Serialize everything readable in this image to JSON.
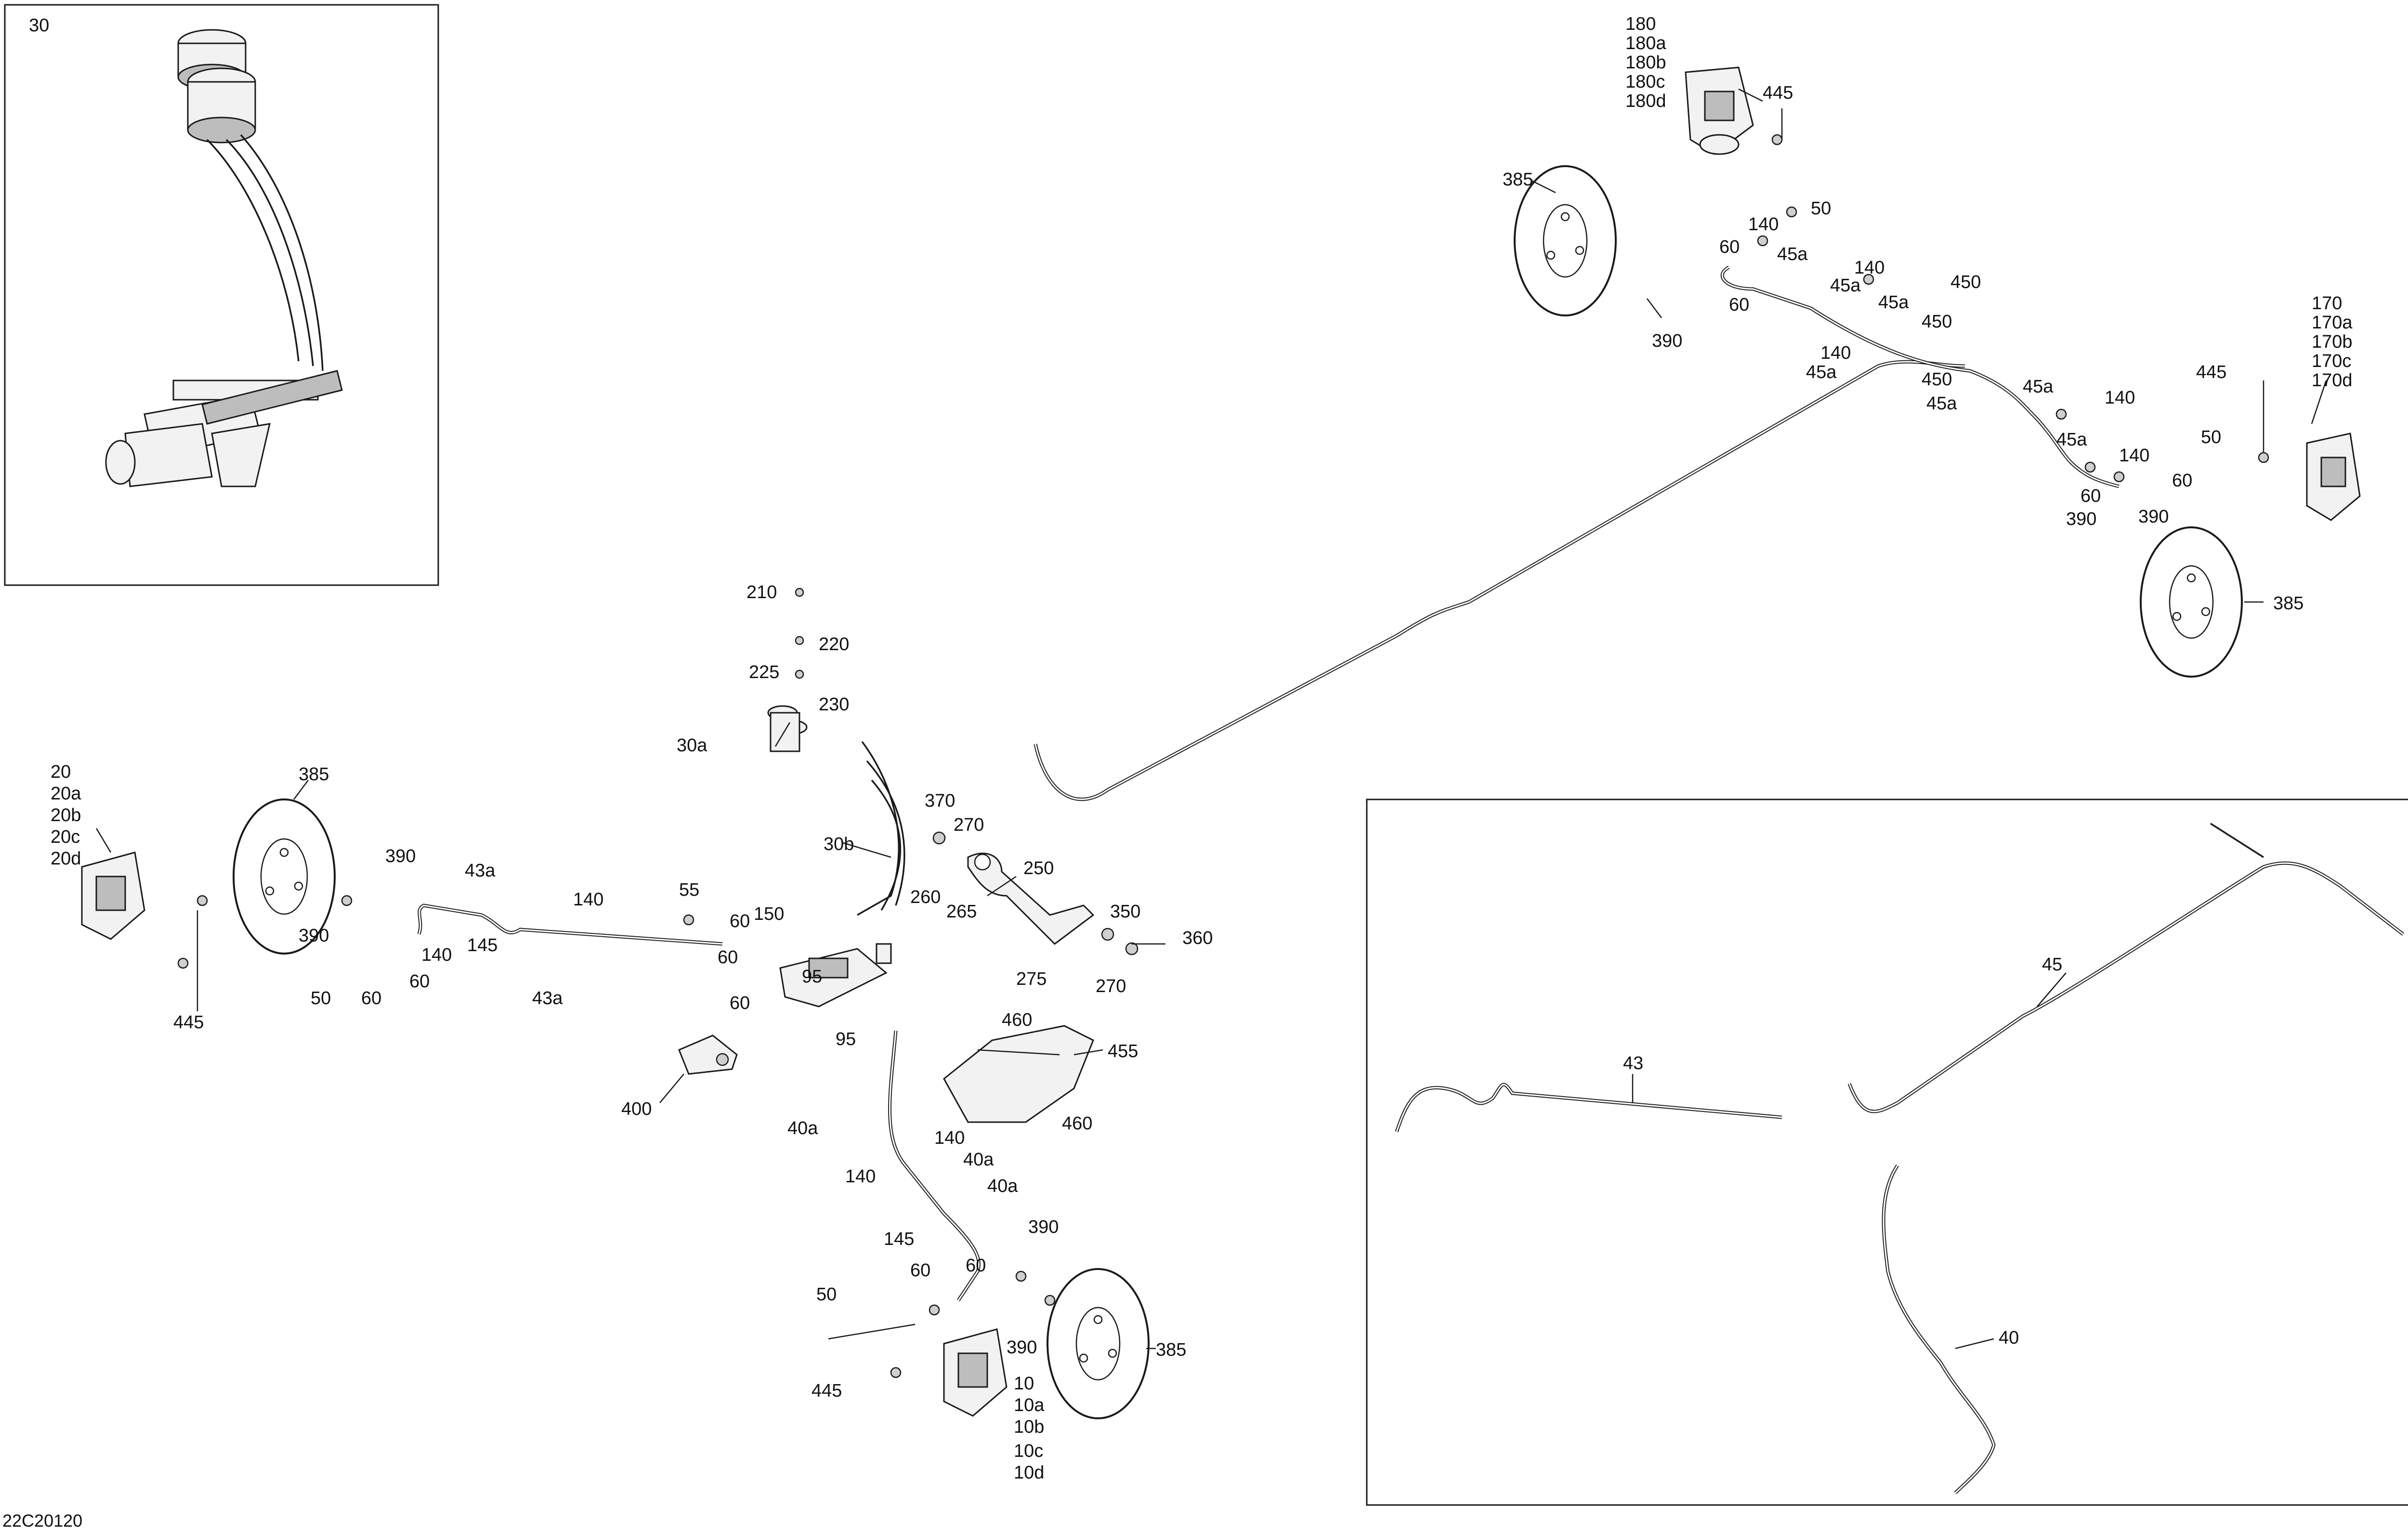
{
  "figure_id": "22C20120",
  "inset_label": "30",
  "callouts": {
    "c180": "180",
    "c180a": "180a",
    "c180b": "180b",
    "c180c": "180c",
    "c180d": "180d",
    "c445_rr": "445",
    "c385_rr": "385",
    "c140_a": "140",
    "c50_a": "50",
    "c60_a": "60",
    "c45a_a": "45a",
    "c140_b": "140",
    "c45a_b": "45a",
    "c60_b": "60",
    "c390_rr": "390",
    "c45a_c": "45a",
    "c450_a": "450",
    "c450_b": "450",
    "c140_c": "140",
    "c45a_d": "45a",
    "c450_c": "450",
    "c45a_e": "45a",
    "c45a_f": "45a",
    "c140_d": "140",
    "c45a_g": "45a",
    "c50_b": "50",
    "c140_e": "140",
    "c60_c": "60",
    "c60_d": "60",
    "c390_rl_a": "390",
    "c390_rl_b": "390",
    "c385_rl": "385",
    "c445_rl": "445",
    "c170": "170",
    "c170a": "170a",
    "c170b": "170b",
    "c170c": "170c",
    "c170d": "170d",
    "c210": "210",
    "c220": "220",
    "c225": "225",
    "c230": "230",
    "c30a": "30a",
    "c20": "20",
    "c20a": "20a",
    "c20b": "20b",
    "c20c": "20c",
    "c20d": "20d",
    "c385_fl": "385",
    "c390_fl_a": "390",
    "c390_fl_b": "390",
    "c43a_a": "43a",
    "c140_f": "140",
    "c145_a": "145",
    "c140_g": "140",
    "c43a_b": "43a",
    "c50_c": "50",
    "c60_e": "60",
    "c60_f": "60",
    "c445_fl": "445",
    "c55": "55",
    "c150": "150",
    "c60_g": "60",
    "c60_h": "60",
    "c60_i": "60",
    "c95_a": "95",
    "c95_b": "95",
    "c30b": "30b",
    "c370": "370",
    "c270_a": "270",
    "c250": "250",
    "c260": "260",
    "c265": "265",
    "c350": "350",
    "c360": "360",
    "c275": "275",
    "c270_b": "270",
    "c400": "400",
    "c460_a": "460",
    "c455": "455",
    "c460_b": "460",
    "c40a_a": "40a",
    "c140_h": "140",
    "c40a_b": "40a",
    "c140_i": "140",
    "c40a_c": "40a",
    "c145_b": "145",
    "c390_fr_a": "390",
    "c60_j": "60",
    "c60_k": "60",
    "c50_d": "50",
    "c445_fr": "445",
    "c390_fr_b": "390",
    "c385_fr": "385",
    "c10": "10",
    "c10a": "10a",
    "c10b": "10b",
    "c10c": "10c",
    "c10d": "10d",
    "c43": "43",
    "c45": "45",
    "c40": "40"
  }
}
